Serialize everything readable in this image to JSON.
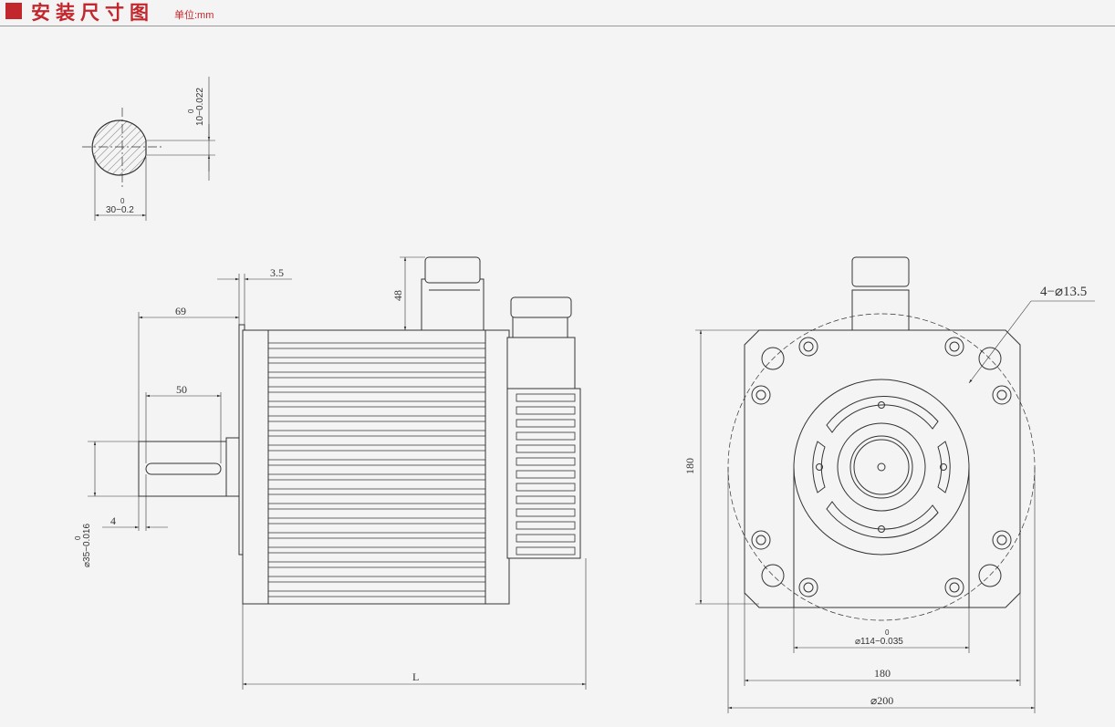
{
  "header": {
    "title": "安装尺寸图",
    "unit": "单位:mm",
    "accent_color": "#c2272d"
  },
  "shaft_section": {
    "key_width_tol": "10−0.022",
    "key_width_upper": "0",
    "depth_tol": "30−0.2",
    "depth_upper": "0"
  },
  "side_view": {
    "dim_flange_thickness": "3.5",
    "dim_shaft_length": "69",
    "dim_key_length": "50",
    "dim_key_offset": "4",
    "dim_connector_height": "48",
    "dim_shaft_diameter": "⌀35−0.016",
    "dim_shaft_diameter_upper": "0",
    "dim_total_length": "L"
  },
  "front_view": {
    "dim_holes": "4−⌀13.5",
    "dim_height": "180",
    "dim_spigot": "⌀114−0.035",
    "dim_spigot_upper": "0",
    "dim_width": "180",
    "dim_pcd": "⌀200"
  },
  "colors": {
    "line": "#333333",
    "hatch": "#555555"
  }
}
